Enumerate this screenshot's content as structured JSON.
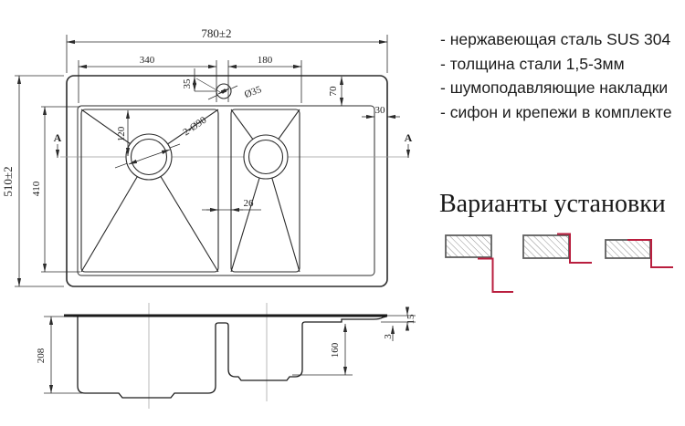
{
  "top_view": {
    "width_total": "780±2",
    "height_total": "510±2",
    "left_bowl_width": "340",
    "right_bowl_width": "180",
    "faucet_offset": "35",
    "faucet_hole": "Ø35",
    "top_offset": "70",
    "right_offset": "30",
    "drain_holes": "2-Ø90",
    "drain_from_top": "120",
    "bowls_height": "410",
    "divider_width": "26",
    "section_a_left": "A",
    "section_a_right": "A"
  },
  "side_view": {
    "overall_depth": "208",
    "small_bowl_depth": "160",
    "rim_height": "15",
    "rim_lip": "3"
  },
  "features": {
    "items": [
      "- нержавеющая сталь SUS 304",
      "- толщина стали 1,5-3мм",
      "- шумоподавляющие накладки",
      "- сифон и крепежи в комплекте"
    ]
  },
  "installation": {
    "title": "Варианты установки"
  },
  "colors": {
    "line": "#2b2b2b",
    "centerline": "#9a9a9a",
    "accent_red": "#b91e3e",
    "hatch": "#8f8f8f"
  }
}
